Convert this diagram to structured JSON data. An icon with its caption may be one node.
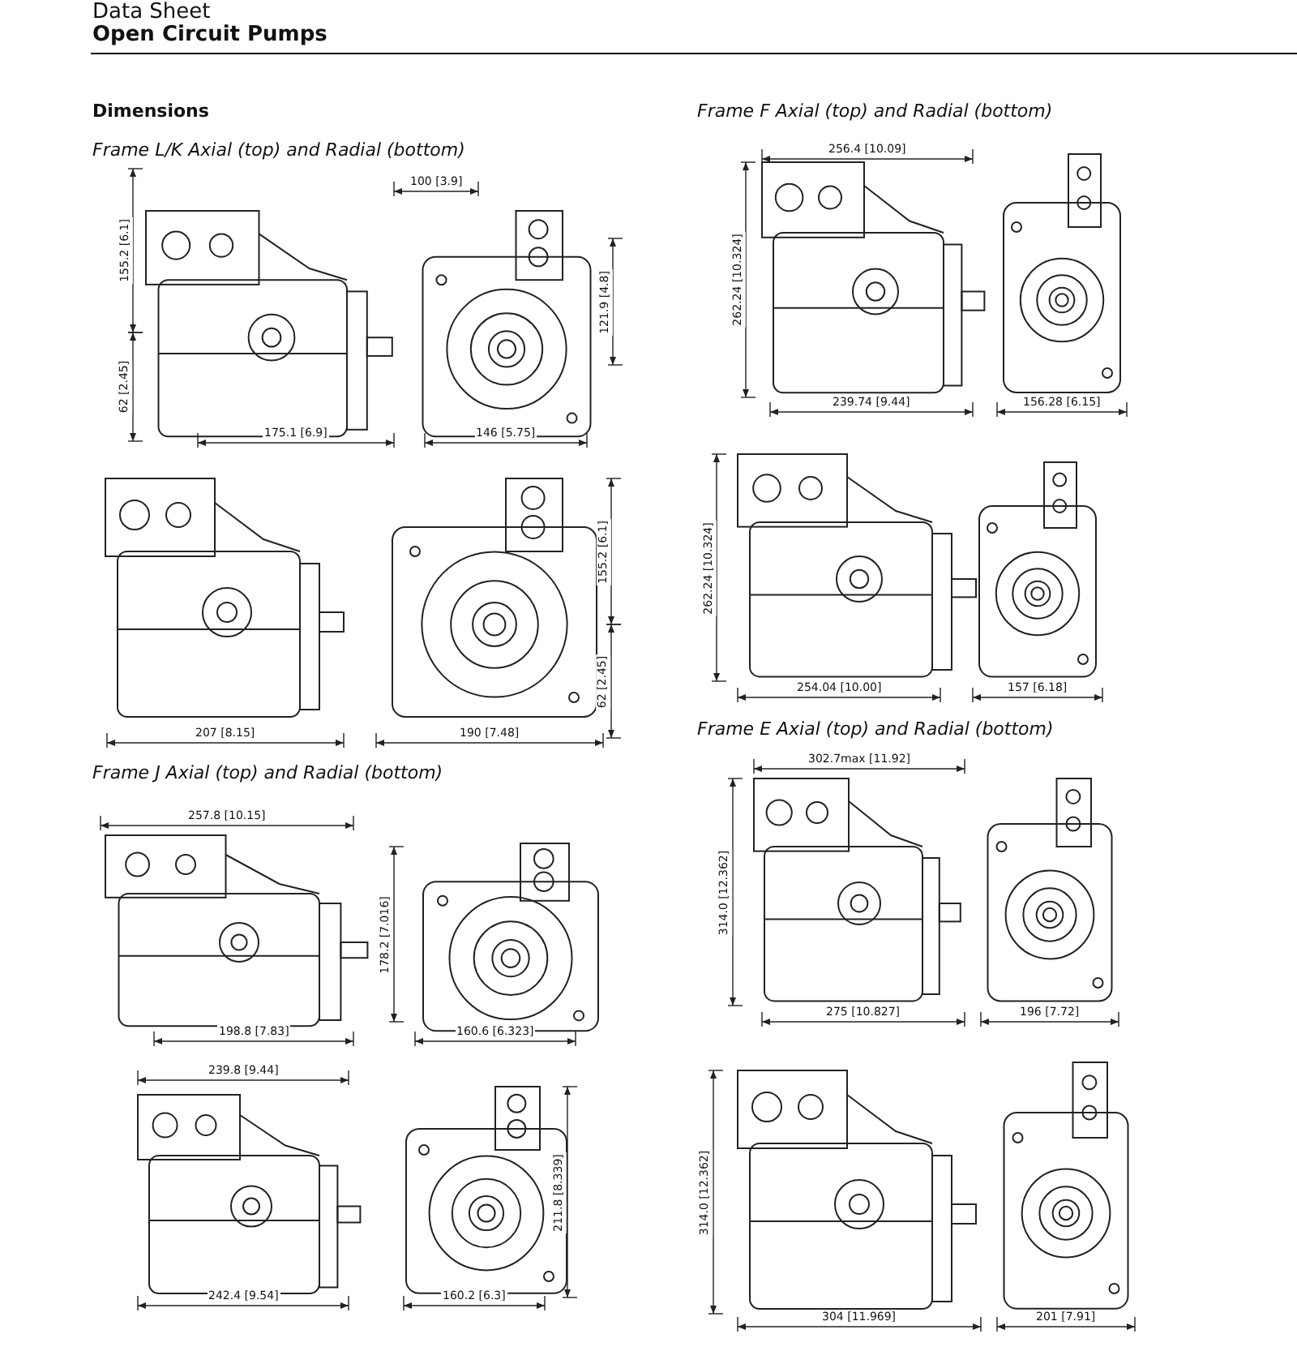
{
  "diagram": {
    "title": "Open Circuit Pumps",
    "labels": [
      "Data Sheet",
      "Dimensions",
      "Frame L/K Axial (top) and Radial (bottom)",
      "155.2 [6.1]",
      "62 [2.45]",
      "100 [3.9]",
      "121.9 [4.8]",
      "175.1 [6.9]",
      "146 [5.75]",
      "155.2 [6.1]",
      "62 [2.45]",
      "207 [8.15]",
      "190 [7.48]",
      "Frame J Axial (top) and Radial (bottom)",
      "257.8 [10.15]",
      "178.2 [7.016]",
      "198.8 [7.83]",
      "160.6 [6.323]",
      "239.8 [9.44]",
      "211.8 [8.339]",
      "242.4 [9.54]",
      "160.2 [6.3]",
      "Frame F Axial (top) and Radial (bottom)",
      "256.4 [10.09]",
      "262.24 [10.324]",
      "239.74 [9.44]",
      "156.28 [6.15]",
      "262.24 [10.324]",
      "254.04 [10.00]",
      "157 [6.18]",
      "Frame E Axial (top) and Radial (bottom)",
      "302.7max [11.92]",
      "314.0 [12.362]",
      "275 [10.827]",
      "196 [7.72]",
      "314.0 [12.362]",
      "304 [11.969]",
      "201 [7.91]"
    ]
  }
}
